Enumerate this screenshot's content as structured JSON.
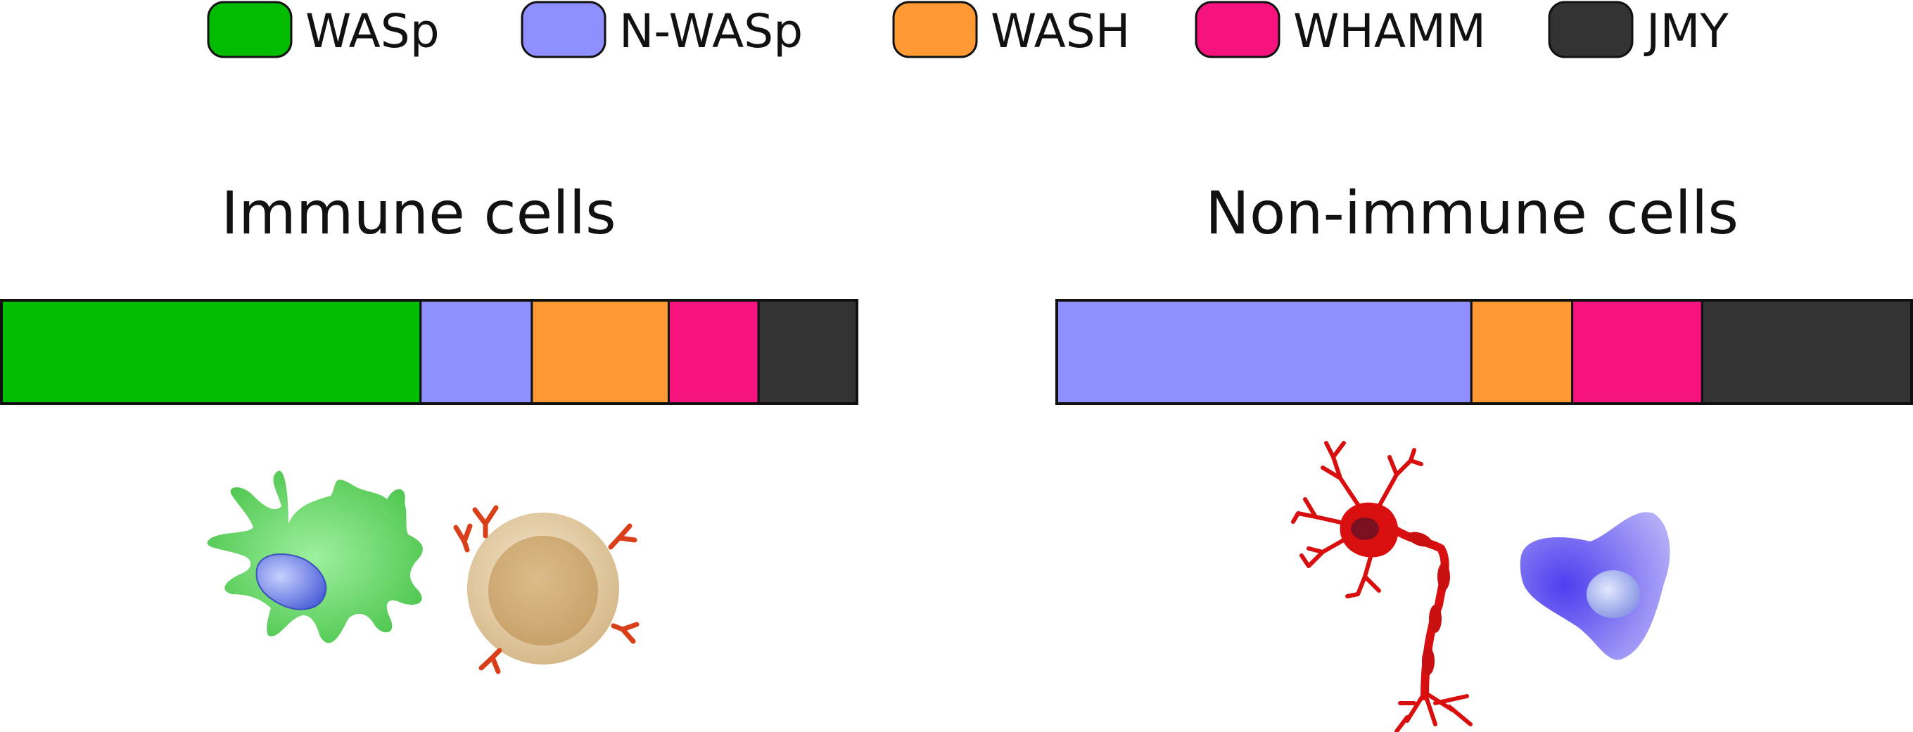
{
  "legend": [
    {
      "label": "WASp",
      "color": "#00bb00"
    },
    {
      "label": "N-WASp",
      "color": "#8f8fff"
    },
    {
      "label": "WASH",
      "color": "#ff9933"
    },
    {
      "label": "WHAMM",
      "color": "#f7137d"
    },
    {
      "label": "JMY",
      "color": "#333333"
    }
  ],
  "panels": [
    {
      "title": "Immune cells",
      "segments": [
        {
          "protein": "WASp",
          "fraction": 0.49
        },
        {
          "protein": "N-WASp",
          "fraction": 0.13
        },
        {
          "protein": "WASH",
          "fraction": 0.16
        },
        {
          "protein": "WHAMM",
          "fraction": 0.105
        },
        {
          "protein": "JMY",
          "fraction": 0.115
        }
      ]
    },
    {
      "title": "Non-immune cells",
      "segments": [
        {
          "protein": "N-WASp",
          "fraction": 0.485
        },
        {
          "protein": "WASH",
          "fraction": 0.118
        },
        {
          "protein": "WHAMM",
          "fraction": 0.152
        },
        {
          "protein": "JMY",
          "fraction": 0.245
        }
      ]
    }
  ],
  "icons": {
    "dendritic_cell": "dendritic-cell-icon",
    "lymphocyte": "lymphocyte-icon",
    "neuron": "neuron-icon",
    "epithelial_cell": "epithelial-cell-icon"
  },
  "colors": {
    "dendritic_body": "#6fd86f",
    "dendritic_nucleus": "#6a7fe0",
    "lymphocyte_outer": "#e6cfa6",
    "lymphocyte_inner": "#d4b07a",
    "receptor": "#d9401a",
    "neuron": "#d90f0f",
    "neuron_nucleus": "#7a1020",
    "epithelial_body": "#6d62f0",
    "epithelial_nucleus": "#a9b7f0"
  }
}
